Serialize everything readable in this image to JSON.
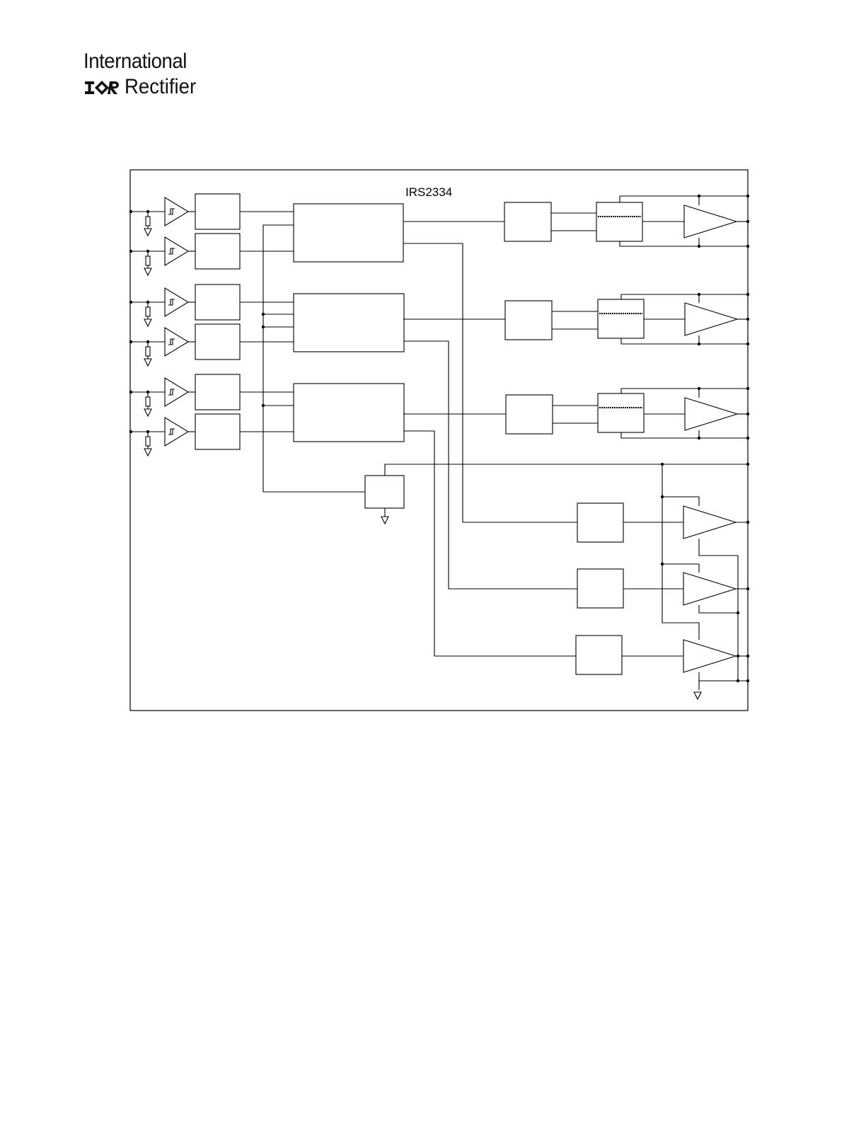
{
  "header": {
    "logo_text_line1": "International",
    "logo_text_line2": "Rectifier",
    "logo_mark": "IOR"
  },
  "diagram": {
    "chip_label": "IRS2334",
    "line_color": "#000000"
  }
}
